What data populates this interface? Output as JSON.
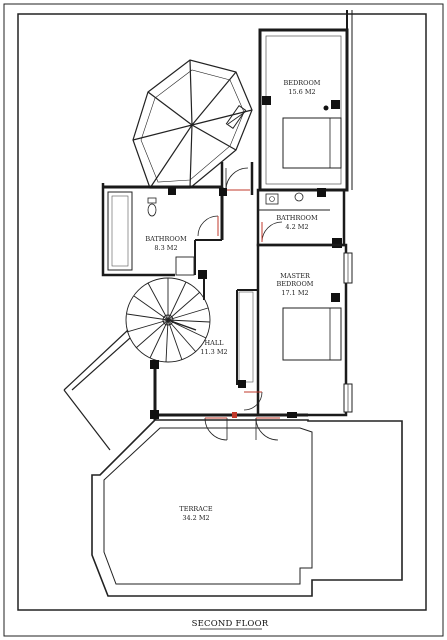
{
  "drawing": {
    "caption": "SECOND FLOOR"
  },
  "rooms": [
    {
      "id": "bedroom",
      "name": "BEDROOM",
      "area": "15.6 M2"
    },
    {
      "id": "bathroom-left",
      "name": "BATHROOM",
      "area": "8.3 M2"
    },
    {
      "id": "bathroom-right",
      "name": "BATHROOM",
      "area": "4.2 M2"
    },
    {
      "id": "master-bedroom",
      "name": "MASTER",
      "name2": "BEDROOM",
      "area": "17.1 M2"
    },
    {
      "id": "hall",
      "name": "HALL",
      "area": "11.3 M2"
    },
    {
      "id": "terrace",
      "name": "TERRACE",
      "area": "34.2 M2"
    }
  ],
  "colors": {
    "wall": "#1a1a1a",
    "column": "#111111",
    "line": "#333333",
    "door_accent": "#c0392b",
    "background": "#ffffff"
  }
}
